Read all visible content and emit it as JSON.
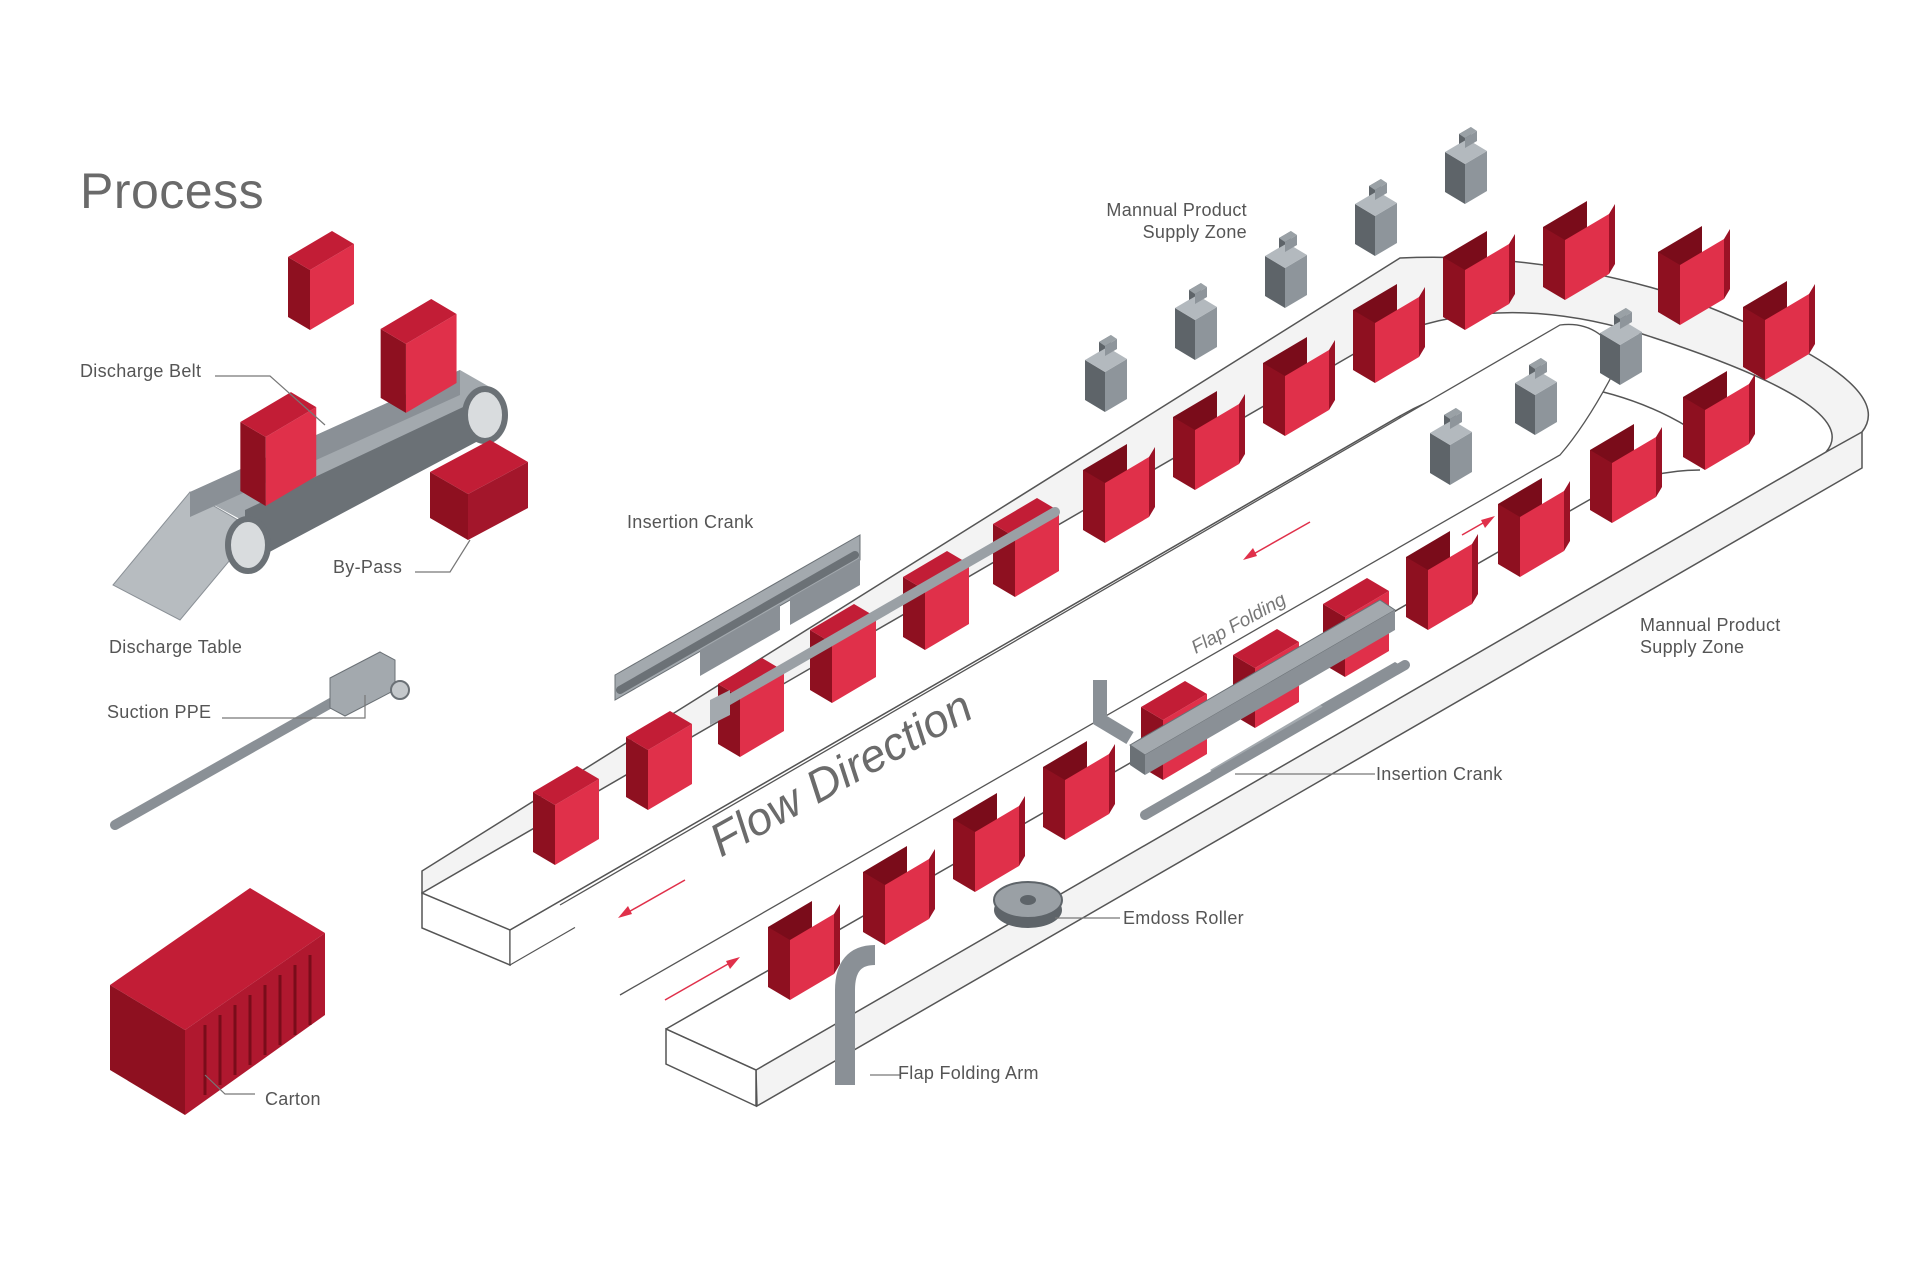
{
  "title": "Process",
  "labels": {
    "discharge_belt": "Discharge Belt",
    "by_pass": "By-Pass",
    "discharge_table": "Discharge Table",
    "suction_ppe": "Suction PPE",
    "carton": "Carton",
    "insertion_crank_top": "Insertion Crank",
    "insertion_crank_right": "Insertion Crank",
    "manual_supply_top_line1": "Mannual Product",
    "manual_supply_top_line2": "Supply Zone",
    "manual_supply_right_line1": "Mannual Product",
    "manual_supply_right_line2": "Supply Zone",
    "emboss_roller": "Emdoss Roller",
    "flap_folding_arm": "Flap Folding Arm",
    "flow_direction": "Flow Direction",
    "flap_folding": "Flap Folding"
  },
  "colors": {
    "red_front": "#e0304a",
    "red_side": "#8e1020",
    "red_top": "#c01e34",
    "grey_light": "#a9afb4",
    "grey_mid": "#8a9096",
    "grey_dark": "#5e6469",
    "belt_fill": "#f3f3f3",
    "belt_stroke": "#555555",
    "arrow": "#e0304a",
    "leader": "#777777"
  }
}
